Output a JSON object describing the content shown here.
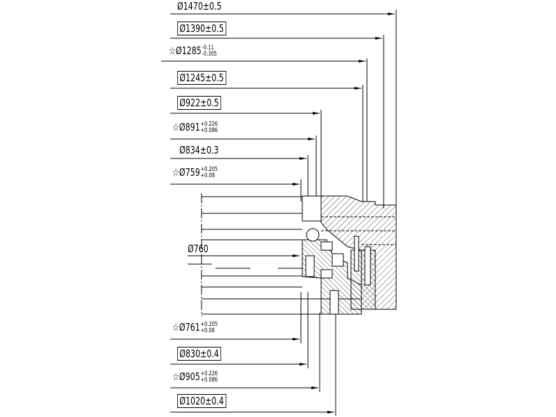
{
  "dimensions": [
    {
      "id": "d1470",
      "symbol": "",
      "nominal": "Ø1470±0.5",
      "upper": "",
      "lower": "",
      "boxed": false
    },
    {
      "id": "d1390",
      "symbol": "",
      "nominal": "Ø1390±0.5",
      "upper": "",
      "lower": "",
      "boxed": true
    },
    {
      "id": "d1285",
      "symbol": "☆",
      "nominal": "Ø1285",
      "upper": "-0.11",
      "lower": "-0.305",
      "boxed": false
    },
    {
      "id": "d1245",
      "symbol": "",
      "nominal": "Ø1245±0.5",
      "upper": "",
      "lower": "",
      "boxed": true
    },
    {
      "id": "d922",
      "symbol": "",
      "nominal": "Ø922±0.5",
      "upper": "",
      "lower": "",
      "boxed": true
    },
    {
      "id": "d891",
      "symbol": "☆",
      "nominal": "Ø891",
      "upper": "+0.226",
      "lower": "+0.086",
      "boxed": false
    },
    {
      "id": "d834",
      "symbol": "",
      "nominal": "Ø834±0.3",
      "upper": "",
      "lower": "",
      "boxed": false
    },
    {
      "id": "d759",
      "symbol": "☆",
      "nominal": "Ø759",
      "upper": "+0.205",
      "lower": "+0.08",
      "boxed": false
    },
    {
      "id": "d760",
      "symbol": "",
      "nominal": "Ø760",
      "upper": "",
      "lower": "",
      "boxed": false
    },
    {
      "id": "d761",
      "symbol": "☆",
      "nominal": "Ø761",
      "upper": "+0.205",
      "lower": "+0.08",
      "boxed": false
    },
    {
      "id": "d830",
      "symbol": "",
      "nominal": "Ø830±0.4",
      "upper": "",
      "lower": "",
      "boxed": true
    },
    {
      "id": "d905",
      "symbol": "☆",
      "nominal": "Ø905",
      "upper": "+0.226",
      "lower": "+0.086",
      "boxed": false
    },
    {
      "id": "d1020",
      "symbol": "",
      "nominal": "Ø1020±0.4",
      "upper": "",
      "lower": "",
      "boxed": true
    }
  ]
}
